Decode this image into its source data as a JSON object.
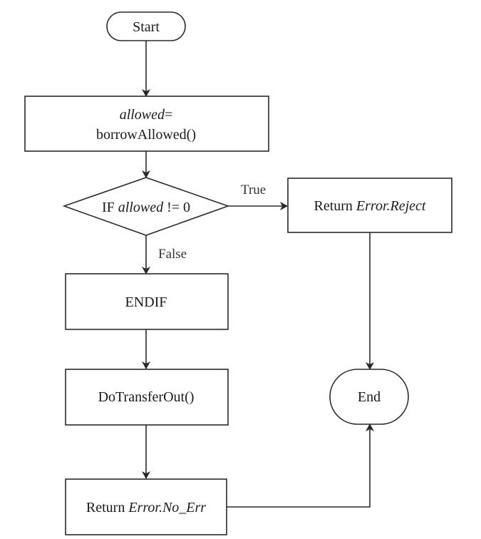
{
  "nodes": {
    "start": "Start",
    "assign": {
      "var": "allowed",
      "eq": "=",
      "call": "borrowAllowed()"
    },
    "decision": {
      "pre": "IF ",
      "var": "allowed",
      "post": " != 0"
    },
    "reject": {
      "pre": "Return ",
      "code": "Error.Reject"
    },
    "endif": "ENDIF",
    "transfer": "DoTransferOut()",
    "no_err": {
      "pre": "Return ",
      "code": "Error.No_Err"
    },
    "end": "End"
  },
  "edges": {
    "true_label": "True",
    "false_label": "False"
  }
}
